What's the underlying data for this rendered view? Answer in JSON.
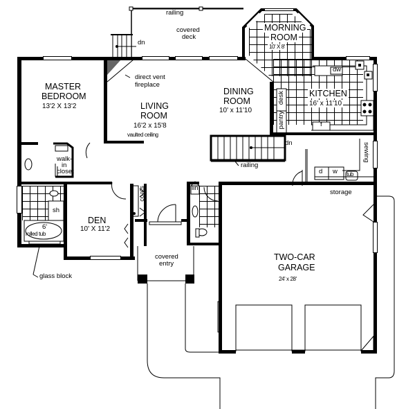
{
  "plan": {
    "rooms": {
      "master_bedroom": {
        "name_line1": "MASTER",
        "name_line2": "BEDROOM",
        "dimensions": "13'2 X 13'2"
      },
      "living_room": {
        "name_line1": "LIVING",
        "name_line2": "ROOM",
        "dimensions": "16'2 x 15'8",
        "note": "vaulted ceiling"
      },
      "dining_room": {
        "name_line1": "DINING",
        "name_line2": "ROOM",
        "dimensions": "10' x 11'10"
      },
      "morning_room": {
        "name_line1": "MORNING",
        "name_line2": "ROOM",
        "dimensions": "10' X 8'"
      },
      "kitchen": {
        "name": "KITCHEN",
        "dimensions": "16' x 11'10"
      },
      "den": {
        "name": "DEN",
        "dimensions": "10' X 11'2"
      },
      "garage": {
        "name_line1": "TWO-CAR",
        "name_line2": "GARAGE",
        "dimensions": "24' x 28'"
      },
      "covered_deck": {
        "name_line1": "covered",
        "name_line2": "deck"
      },
      "covered_entry": {
        "name_line1": "covered",
        "name_line2": "entry"
      },
      "walk_in_closet": {
        "line1": "walk-",
        "line2": "in",
        "line3": "closet"
      }
    },
    "fixtures": {
      "dishwasher": "dw",
      "desk": "desk",
      "pantry": "pantry",
      "fridge": "f",
      "dryer": "d",
      "washer": "w",
      "laundry_tub": "tub",
      "sewing": "sewing",
      "storage": "storage",
      "linen": "lin",
      "coats": "coats",
      "shower": "sh",
      "tub_size": "6'",
      "tub_type": "rolled tub"
    },
    "annotations": {
      "railing_deck": "railing",
      "railing_stair": "railing",
      "dn_deck": "dn",
      "dn_stair": "dn",
      "fireplace_line1": "direct vent",
      "fireplace_line2": "fireplace",
      "glass_block": "glass block"
    }
  }
}
